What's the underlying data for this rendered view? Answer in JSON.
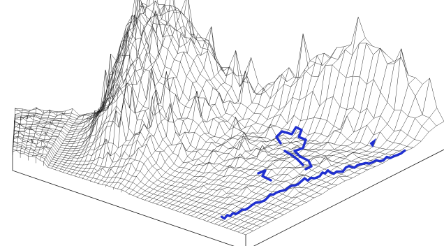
{
  "figure": {
    "type": "3d-wireframe-terrain",
    "mesh_color": "#1a1a1a",
    "background_color": "#ffffff",
    "path_color": "#1f2fd0",
    "grid": {
      "rows": 26,
      "cols": 60
    },
    "features": [
      {
        "name": "left-plateau",
        "shape": "flat"
      },
      {
        "name": "central-ridge",
        "shape": "peaked"
      },
      {
        "name": "back-right-ridge",
        "shape": "spiky"
      },
      {
        "name": "right-valley-floor",
        "shape": "rolling"
      }
    ]
  }
}
